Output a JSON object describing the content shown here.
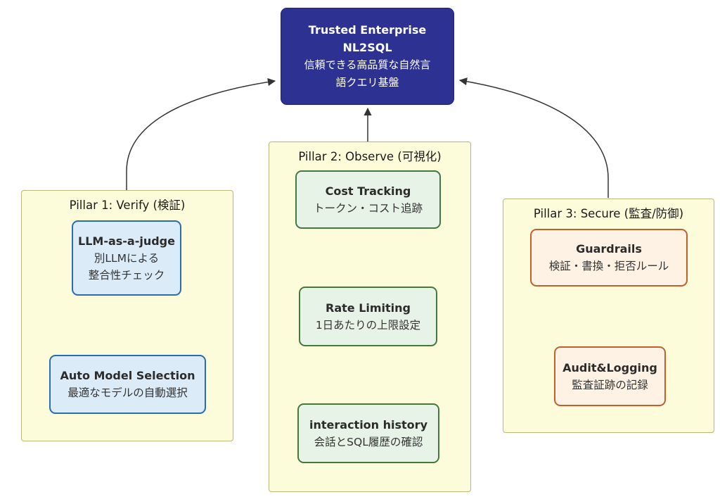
{
  "colors": {
    "root_fill": "#2d3192",
    "root_border": "#1f2370",
    "root_text": "#ffffff",
    "pillar_fill": "#fdfcda",
    "pillar_border": "#b8b878",
    "blue_node_fill": "#dcebf8",
    "blue_node_border": "#2a6cb0",
    "green_node_fill": "#e8f3e8",
    "green_node_border": "#44783c",
    "orange_node_fill": "#fdf2e4",
    "orange_node_border": "#c45f2b",
    "arrow": "#333333"
  },
  "root": {
    "title_lines": [
      "Trusted Enterprise",
      "NL2SQL"
    ],
    "subtitle_lines": [
      "信頼できる高品質な自然言",
      "語クエリ基盤"
    ]
  },
  "pillars": [
    {
      "title": "Pillar 1: Verify (検証)",
      "nodes": [
        {
          "title": "LLM-as-a-judge",
          "subtitle_lines": [
            "別LLMによる",
            "整合性チェック"
          ]
        },
        {
          "title": "Auto Model Selection",
          "subtitle_lines": [
            "最適なモデルの自動選択"
          ]
        }
      ]
    },
    {
      "title": "Pillar 2: Observe (可視化)",
      "nodes": [
        {
          "title": "Cost Tracking",
          "subtitle_lines": [
            "トークン・コスト追跡"
          ]
        },
        {
          "title": "Rate Limiting",
          "subtitle_lines": [
            "1日あたりの上限設定"
          ]
        },
        {
          "title": "interaction history",
          "subtitle_lines": [
            "会話とSQL履歴の確認"
          ]
        }
      ]
    },
    {
      "title": "Pillar 3: Secure (監査/防御)",
      "nodes": [
        {
          "title": "Guardrails",
          "subtitle_lines": [
            "検証・書換・拒否ルール"
          ]
        },
        {
          "title": "Audit&Logging",
          "subtitle_lines": [
            "監査証跡の記録"
          ]
        }
      ]
    }
  ]
}
